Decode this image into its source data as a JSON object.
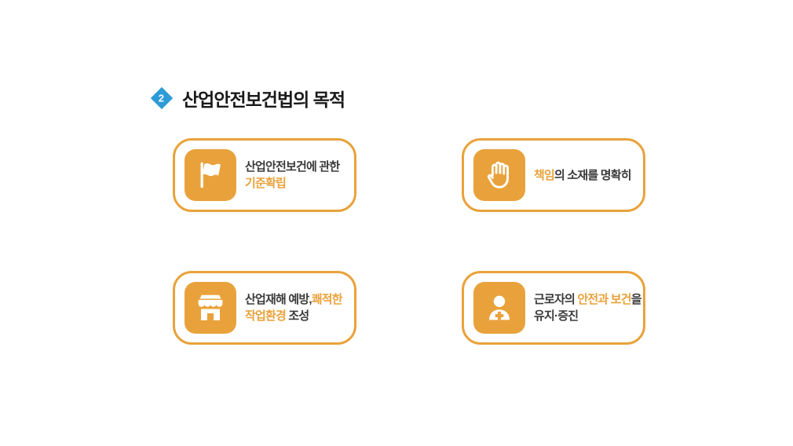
{
  "header": {
    "badge_number": "2",
    "title": "산업안전보건법의 목적"
  },
  "cards": [
    {
      "id": "standards",
      "icon": "flag-icon",
      "line1": {
        "plain": "산업안전보건에 관한"
      },
      "line2": {
        "highlight": "기준확립"
      }
    },
    {
      "id": "responsibility",
      "icon": "raised-hand-icon",
      "line1": {
        "highlight": "책임",
        "plain": "의 소재를 명확히"
      }
    },
    {
      "id": "prevention",
      "icon": "storefront-icon",
      "line1": {
        "plain": "산업재해 예방,",
        "highlight": "쾌적한"
      },
      "line2": {
        "highlight": "작업환경",
        "plain": " 조성"
      }
    },
    {
      "id": "workers",
      "icon": "medic-person-icon",
      "line1": {
        "plain": "근로자의 ",
        "highlight": "안전과 보건",
        "plain2": "을"
      },
      "line2": {
        "plain": "유지·증진"
      }
    }
  ],
  "colors": {
    "accent_orange": "#E9A23B",
    "badge_blue": "#2E9BD6",
    "text_dark": "#3A3A3A",
    "title_text": "#1A1A1A"
  }
}
